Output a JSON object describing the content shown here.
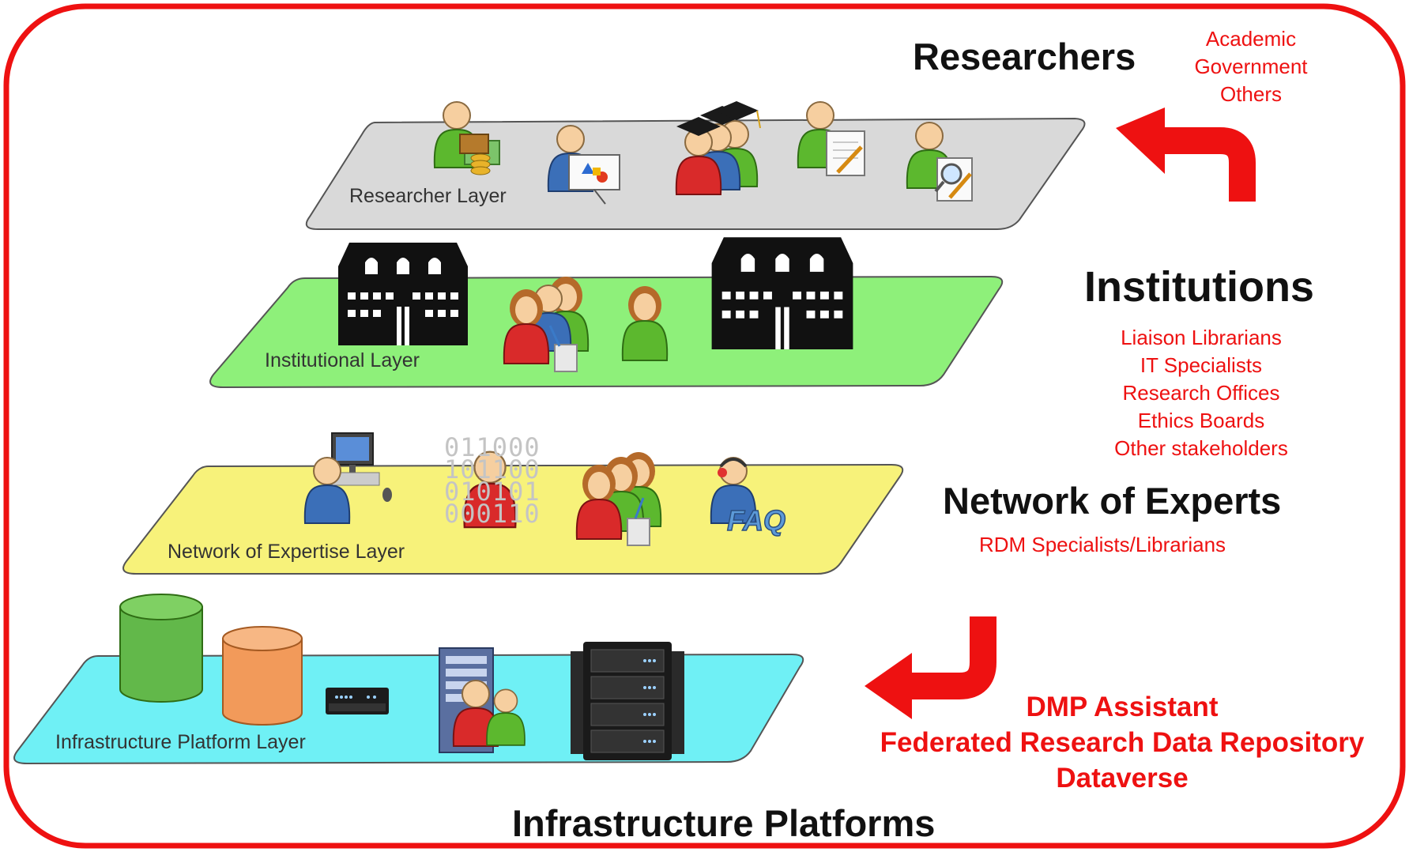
{
  "headings": {
    "researchers": "Researchers",
    "institutions": "Institutions",
    "network": "Network of Experts",
    "infrastructure": "Infrastructure Platforms"
  },
  "researcher_types": [
    "Academic",
    "Government",
    "Others"
  ],
  "institution_roles": [
    "Liaison Librarians",
    "IT Specialists",
    "Research Offices",
    "Ethics Boards",
    "Other stakeholders"
  ],
  "network_roles": "RDM Specialists/Librarians",
  "platforms": [
    "DMP Assistant",
    "Federated Research Data Repository",
    "Dataverse"
  ],
  "layers": {
    "researcher": "Researcher Layer",
    "institutional": "Institutional Layer",
    "expertise": "Network of Expertise Layer",
    "infrastructure": "Infrastructure Platform Layer"
  },
  "binary_digits": [
    "011000",
    "101100",
    "010101",
    "000110"
  ],
  "faq_label": "FAQ",
  "colors": {
    "frame": "#ee1111",
    "researcher_layer": "#d9d9d9",
    "institutional_layer": "#8ef07a",
    "expertise_layer": "#f7f27a",
    "infrastructure_layer": "#6ff0f5",
    "accent_red": "#ee1111"
  },
  "icons": [
    "person-money-icon",
    "person-presentation-icon",
    "graduates-icon",
    "person-notes-icon",
    "person-search-icon",
    "building-icon",
    "group-icon",
    "person-icon",
    "computer-user-icon",
    "binary-person-icon",
    "faq-support-icon",
    "database-icon",
    "network-device-icon",
    "server-admin-icon",
    "server-rack-icon",
    "arrow-icon"
  ]
}
